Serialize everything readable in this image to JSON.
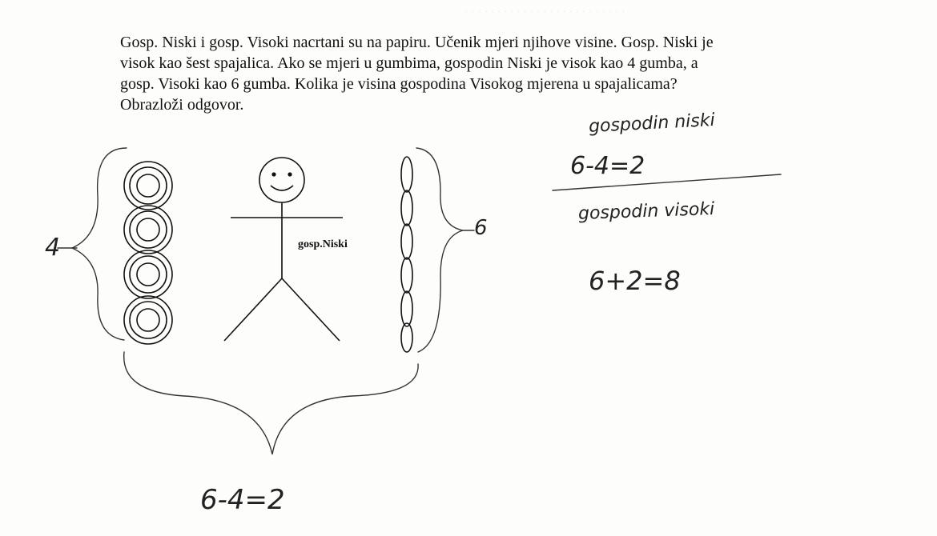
{
  "problem": {
    "line1": "Gosp. Niski i gosp. Visoki nacrtani su na papiru. Učenik mjeri njihove visine. Gosp. Niski je",
    "line2": "visok kao šest spajalica. Ako se mjeri u gumbima, gospodin Niski je visok kao 4 gumba, a",
    "line3": "gosp. Visoki kao 6 gumba. Kolika je visina gospodina Visokog mjerena u spajalicama?",
    "line4": "Obrazloži odgovor."
  },
  "figure": {
    "label": "gosp.Niski",
    "buttons_count": 4,
    "paperclips_count": 6
  },
  "handwriting": {
    "left_brace_label": "4",
    "right_brace_label": "6",
    "niski_label": "gospodin niski",
    "calc1": "6-4=2",
    "visoki_label": "gospodin visoki",
    "calc2": "6+2=8",
    "calc3": "6-4=2"
  }
}
